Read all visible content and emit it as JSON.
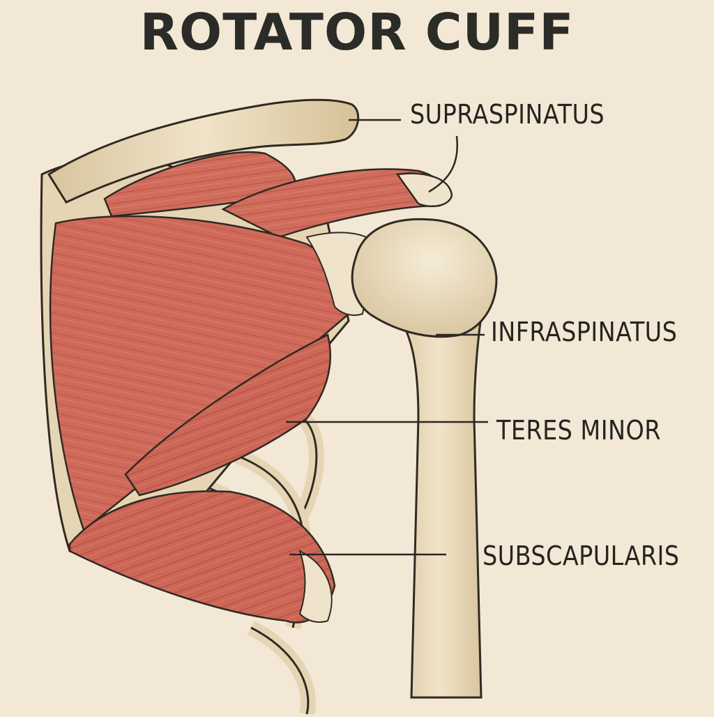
{
  "diagram": {
    "title": "ROTATOR CUFF",
    "labels": {
      "supraspinatus": "SUPRASPINATUS",
      "infraspinatus": "INFRASPINATUS",
      "teres_minor": "TERES MINOR",
      "subscapularis": "SUBSCAPULARIS"
    }
  },
  "colors": {
    "background": "#f3e8d6",
    "bone": "#e6d5b4",
    "bone_outline": "#2f2a22",
    "muscle": "#cf6a5a",
    "muscle_dark": "#a9473b",
    "tendon": "#efe3cc",
    "leader_line": "#2a2722"
  }
}
